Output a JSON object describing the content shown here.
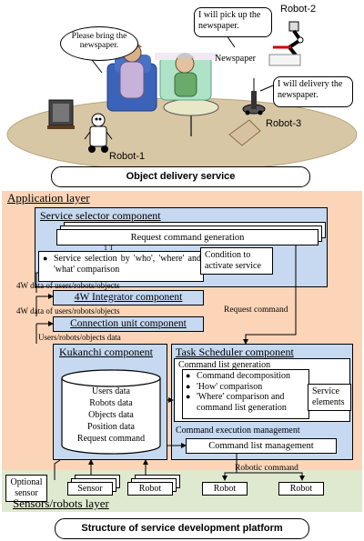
{
  "illustration": {
    "bubble_robot2": "I will pick up the newspaper.",
    "label_robot2": "Robot-2",
    "bubble_request": "Please bring the newspaper.",
    "label_newspaper": "Newspaper",
    "bubble_robot3": "I will delivery the newspaper.",
    "label_robot1": "Robot-1",
    "label_robot3": "Robot-3",
    "caption": "Object delivery service"
  },
  "platform": {
    "application_layer": "Application layer",
    "service_selector": {
      "title": "Service selector component",
      "request_generation": "Request command generation",
      "selection_text": "Service selection by 'who', 'where' and 'what' comparison",
      "condition": "Condition to activate service",
      "tick_labels": "1 T"
    },
    "request_command": "Request command",
    "data_label_1": "4W data of users/robots/objects",
    "integrator": "4W Integrator component",
    "data_label_2": "4W data of users/robots/objects",
    "connection_unit": "Connection unit component",
    "data_label_3": "Users/robots/objects data",
    "kukanchi": {
      "title": "Kukanchi component",
      "db_items": [
        "Users data",
        "Robots data",
        "Objects data",
        "Position data",
        "Request command"
      ]
    },
    "task_scheduler": {
      "title": "Task Scheduler component",
      "cmd_list_generation": "Command list generation",
      "bullets": [
        "Command decomposition",
        "'How' comparison",
        "'Where' comparison and command list generation"
      ],
      "service_elements": "Service elements",
      "execution_management": "Command execution management",
      "list_management": "Command list management"
    },
    "robotic_command": "Robotic command",
    "optional_sensor": "Optional sensor",
    "sensor_label": "Sensor",
    "robot_label": "Robot",
    "sensors_layer": "Sensors/robots layer",
    "caption": "Structure of service development platform"
  }
}
